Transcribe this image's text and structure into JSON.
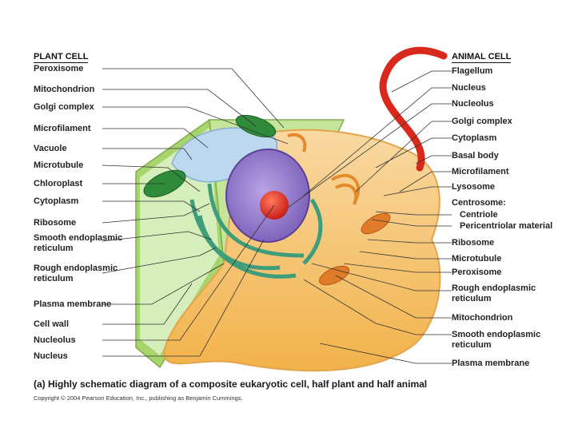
{
  "headers": {
    "plant": "PLANT CELL",
    "animal": "ANIMAL CELL"
  },
  "plant_labels": [
    "Peroxisome",
    "Mitochondrion",
    "Golgi complex",
    "Microfilament",
    "Vacuole",
    "Microtubule",
    "Chloroplast",
    "Cytoplasm",
    "Ribosome",
    "Smooth endoplasmic\nreticulum",
    "Rough endoplasmic\nreticulum",
    "Plasma membrane",
    "Cell wall",
    "Nucleolus",
    "Nucleus"
  ],
  "animal_labels": [
    "Flagellum",
    "Nucleus",
    "Nucleolus",
    "Golgi complex",
    "Cytoplasm",
    "Basal body",
    "Microfilament",
    "Lysosome",
    "Centrosome:",
    "Centriole",
    "Pericentriolar material",
    "Ribosome",
    "Microtubule",
    "Peroxisome",
    "Rough endoplasmic\nreticulum",
    "Mitochondrion",
    "Smooth endoplasmic\nreticulum",
    "Plasma membrane"
  ],
  "caption": "(a) Highly schematic diagram of a composite eukaryotic cell, half plant and half animal",
  "copyright": "Copyright © 2004 Pearson Education, Inc., publishing as Benjamin Cummings.",
  "colors": {
    "cell_wall": "#9fd36a",
    "cytoplasm_animal": "#f6c46a",
    "vacuole": "#bcd8ef",
    "nucleus": "#9b7fd1",
    "nucleolus": "#e0362b",
    "er_green": "#3f9d7c",
    "chloroplast": "#2f8a3a",
    "flagellum": "#d9291c",
    "golgi": "#e48a2b"
  }
}
